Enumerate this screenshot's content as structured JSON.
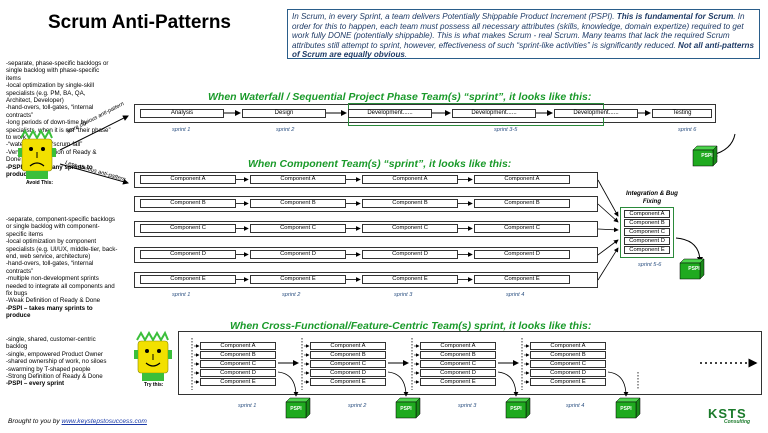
{
  "title": "Scrum Anti-Patterns",
  "intro": {
    "p1": "In Scrum, in every Sprint, a team delivers Potentially Shippable Product Increment (PSPI). ",
    "b1": "This is fundamental for Scrum",
    "p2": ". In order for this to happen, each team must possess all necessary attributes (skills, knowledge, domain expertize) required to get work fully DONE (potentially shippable). This is what makes Scrum - real Scrum. Many teams that lack the required Scrum attributes still attempt to sprint, however, effectiveness of such “sprint-like activities” is significantly reduced. ",
    "b2": "Not all anti-patterns of Scrum are equally obvious",
    "p3": "."
  },
  "waterfall": {
    "heading": "When Waterfall / Sequential Project Phase Team(s) “sprint”, it looks like this:",
    "phases": [
      "Analysis",
      "Design",
      "Development......",
      "Development......",
      "Development......",
      "Testing"
    ],
    "sprints": [
      "sprint 1",
      "sprint 2",
      "sprint 3-5",
      "sprint 6"
    ],
    "psi": "PSPI",
    "bullets": [
      "-separate, phase-specific backlogs or single backlog with phase-specific items",
      "-local optimization by single-skill specialists (e.g. PM, BA, QA, Architect, Developer)",
      "-hand-overs, toll-gates, “internal contracts”",
      "-long periods of down-time by specialists, when it is not “their phase” to work",
      "-“water-scrum” / “scrum-fall”",
      "-Very weak Definition of Ready & Done"
    ],
    "bold_bullet": "-PSPI – takes many sprints to produce"
  },
  "component": {
    "heading": "When Component Team(s) “sprint”, it looks like this:",
    "lanes": [
      "Component A",
      "Component B",
      "Component C",
      "Component D",
      "Component E"
    ],
    "sprints": [
      "sprint 1",
      "sprint 2",
      "sprint 3",
      "sprint 4"
    ],
    "integration_title": "Integration & Bug Fixing",
    "integration_sprint": "sprint 5-6",
    "psi": "PSPI",
    "bullets": [
      "-separate, component-specific backlogs or single backlog with component-specific items",
      "-local optimization by component specialists (e.g. UI/UX, middle-tier, back-end, web service, architecture)",
      "-hand-overs, toll-gates, “internal contracts”",
      "-multiple non-development sprints needed to integrate all components and fix bugs",
      "-Weak Definition of Ready & Done"
    ],
    "bold_bullet": "-PSPI – takes many sprints to produce"
  },
  "crossfunctional": {
    "heading": "When Cross-Functional/Feature-Centric Team(s) sprint, it looks like this:",
    "components": [
      "Component A",
      "Component B",
      "Component C",
      "Component D",
      "Component E"
    ],
    "sprints": [
      "sprint 1",
      "sprint 2",
      "sprint 3",
      "sprint 4"
    ],
    "psi": "PSPI",
    "bullets": [
      "-single, shared, customer-centric backlog",
      "-single, empowered Product Owner",
      "-shared ownership of work, no siloes",
      "-swarming by T-shaped people",
      "-Strong Definition of Ready & Done"
    ],
    "bold_bullet": "-PSPI – every sprint"
  },
  "labels": {
    "avoid": "Avoid This:",
    "try": "Try this:",
    "more_obvious": "More obvious anti-pattern",
    "less_obvious": "Less obvious anti-pattern"
  },
  "footer": {
    "text": "Brought to you by ",
    "link": "www.keystepstosuccess.com"
  },
  "logo": {
    "text": "KSTS",
    "sub": "Consulting"
  },
  "colors": {
    "heading_green": "#1a9a2a",
    "face_yellow": "#f2e000",
    "face_green": "#3bbf3b",
    "intro_blue": "#1f3b66"
  }
}
